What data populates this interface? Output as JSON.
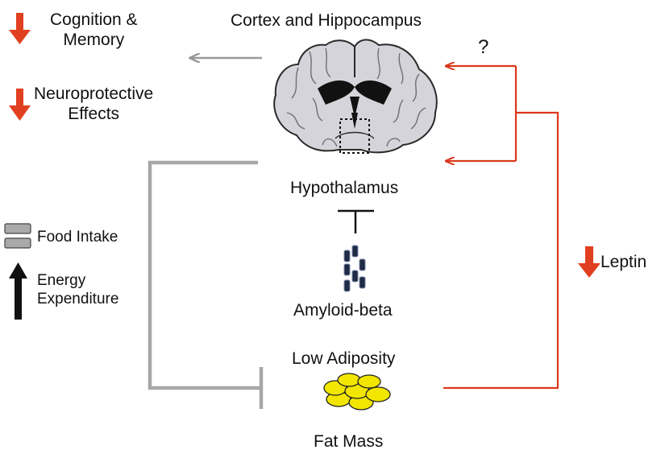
{
  "labels": {
    "cognition": "Cognition &\nMemory",
    "neuroprotective": "Neuroprotective\nEffects",
    "cortex": "Cortex and Hippocampus",
    "question": "?",
    "hypothalamus": "Hypothalamus",
    "amyloid": "Amyloid-beta",
    "low_adiposity": "Low Adiposity",
    "fat_mass": "Fat Mass",
    "leptin": "Leptin",
    "food_intake": "Food Intake",
    "energy_expenditure": "Energy\nExpenditure"
  },
  "colors": {
    "decrease_arrow": "#e0401f",
    "pathway_red": "#d9391c",
    "inhibition_gray": "#a7a7a7",
    "neutral_arrow_gray": "#9a9a9a",
    "increase_arrow": "#111111",
    "fat_yellow": "#f2e600",
    "amyloid_blue": "#1f2a44"
  }
}
